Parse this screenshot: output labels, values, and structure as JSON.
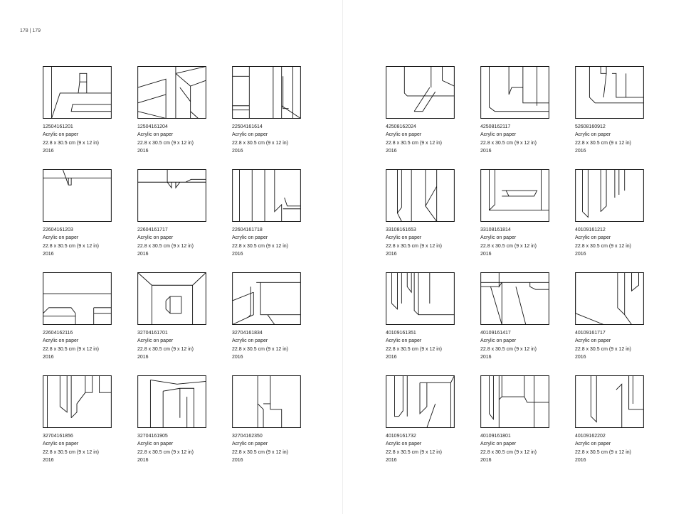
{
  "folio": "178 | 179",
  "works": [
    {
      "id": "12504161201",
      "medium": "Acrylic on paper",
      "size": "22.8 x 30.5 cm (9 x 12 in)",
      "year": "2016"
    },
    {
      "id": "12504161204",
      "medium": "Acrylic on paper",
      "size": "22.8 x 30.5 cm (9 x 12 in)",
      "year": "2016"
    },
    {
      "id": "22504161614",
      "medium": "Acrylic on paper",
      "size": "22.8 x 30.5 cm (9 x 12 in)",
      "year": "2016"
    },
    {
      "id": "42508162024",
      "medium": "Acrylic on paper",
      "size": "22.8 x 30.5 cm (9 x 12 in)",
      "year": "2016"
    },
    {
      "id": "42508162117",
      "medium": "Acrylic on paper",
      "size": "22.8 x 30.5 cm (9 x 12 in)",
      "year": "2016"
    },
    {
      "id": "52608160912",
      "medium": "Acrylic on paper",
      "size": "22.8 x 30.5 cm (9 x 12 in)",
      "year": "2016"
    },
    {
      "id": "22604161203",
      "medium": "Acrylic on paper",
      "size": "22.8 x 30.5 cm (9 x 12 in)",
      "year": "2016"
    },
    {
      "id": "22604161717",
      "medium": "Acrylic on paper",
      "size": "22.8 x 30.5 cm (9 x 12 in)",
      "year": "2016"
    },
    {
      "id": "22604161718",
      "medium": "Acrylic on paper",
      "size": "22.8 x 30.5 cm (9 x 12 in)",
      "year": "2016"
    },
    {
      "id": "33108161653",
      "medium": "Acrylic on paper",
      "size": "22.8 x 30.5 cm (9 x 12 in)",
      "year": "2016"
    },
    {
      "id": "33108161814",
      "medium": "Acrylic on paper",
      "size": "22.8 x 30.5 cm (9 x 12 in)",
      "year": "2016"
    },
    {
      "id": "40109161212",
      "medium": "Acrylic on paper",
      "size": "22.8 x 30.5 cm (9 x 12 in)",
      "year": "2016"
    },
    {
      "id": "22604162116",
      "medium": "Acrylic on paper",
      "size": "22.8 x 30.5 cm (9 x 12 in)",
      "year": "2016"
    },
    {
      "id": "32704161701",
      "medium": "Acrylic on paper",
      "size": "22.8 x 30.5 cm (9 x 12 in)",
      "year": "2016"
    },
    {
      "id": "32704161834",
      "medium": "Acrylic on paper",
      "size": "22.8 x 30.5 cm (9 x 12 in)",
      "year": "2016"
    },
    {
      "id": "40109161351",
      "medium": "Acrylic on paper",
      "size": "22.8 x 30.5 cm (9 x 12 in)",
      "year": "2016"
    },
    {
      "id": "40109161417",
      "medium": "Acrylic on paper",
      "size": "22.8 x 30.5 cm (9 x 12 in)",
      "year": "2016"
    },
    {
      "id": "40109161717",
      "medium": "Acrylic on paper",
      "size": "22.8 x 30.5 cm (9 x 12 in)",
      "year": "2016"
    },
    {
      "id": "32704161856",
      "medium": "Acrylic on paper",
      "size": "22.8 x 30.5 cm (9 x 12 in)",
      "year": "2016"
    },
    {
      "id": "32704161905",
      "medium": "Acrylic on paper",
      "size": "22.8 x 30.5 cm (9 x 12 in)",
      "year": "2016"
    },
    {
      "id": "32704162350",
      "medium": "Acrylic on paper",
      "size": "22.8 x 30.5 cm (9 x 12 in)",
      "year": "2016"
    },
    {
      "id": "40109161732",
      "medium": "Acrylic on paper",
      "size": "22.8 x 30.5 cm (9 x 12 in)",
      "year": "2016"
    },
    {
      "id": "40109161801",
      "medium": "Acrylic on paper",
      "size": "22.8 x 30.5 cm (9 x 12 in)",
      "year": "2016"
    },
    {
      "id": "40109162202",
      "medium": "Acrylic on paper",
      "size": "22.8 x 30.5 cm (9 x 12 in)",
      "year": "2016"
    }
  ]
}
